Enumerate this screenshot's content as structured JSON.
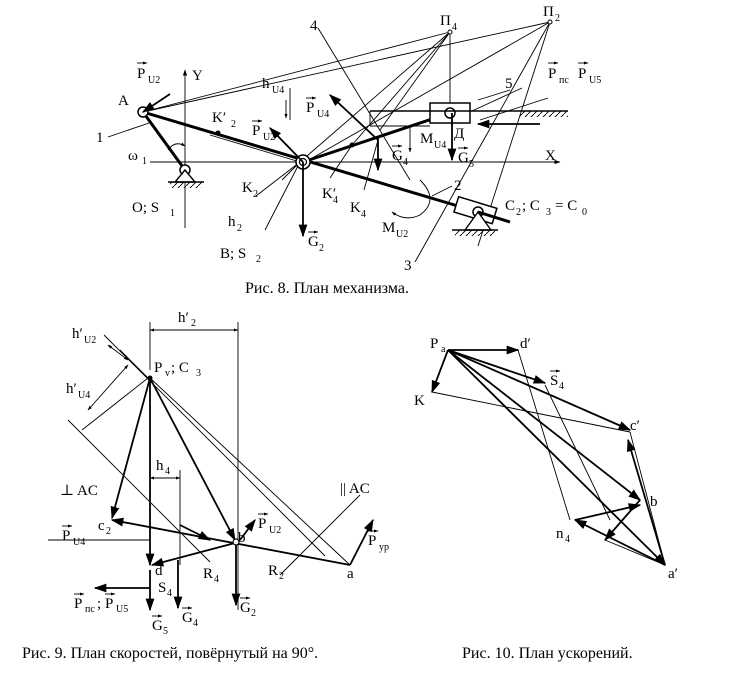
{
  "captions": {
    "fig8": "Рис. 8. План механизма.",
    "fig9": "Рис. 9. План скоростей, повёрнутый на 90°.",
    "fig10": "Рис. 10. План ускорений."
  },
  "fig8": {
    "A": "A",
    "Y": "Y",
    "X": "X",
    "n1": "1",
    "n2": "2",
    "n3": "3",
    "n4": "4",
    "n5": "5",
    "omega": "ω",
    "omega_sub": "1",
    "O": "O; S",
    "O_sub": "1",
    "B": "B; S",
    "B_sub": "2",
    "K2p": "K′",
    "K2p_sub": "2",
    "K2": "K",
    "K2_sub": "2",
    "K4p": "K′",
    "K4p_sub": "4",
    "K4": "K",
    "K4_sub": "4",
    "h2": "h",
    "h2_sub": "2",
    "hU4": "h",
    "hU4_sub": "U4",
    "PU2_top": "P",
    "PU2_top_sub": "U2",
    "PU2_mid": "P",
    "PU2_mid_sub": "U2",
    "PU4": "P",
    "PU4_sub": "U4",
    "MU4": "M",
    "MU4_sub": "U4",
    "MU2": "M",
    "MU2_sub": "U2",
    "G2": "G",
    "G2_sub": "2",
    "G4": "G",
    "G4_sub": "4",
    "G5": "G",
    "G5_sub": "5",
    "D": "Д",
    "Pi4": "П",
    "Pi4_sub": "4",
    "Pi2": "П",
    "Pi2_sub": "2",
    "Ppc": "P",
    "Ppc_sub": "пс",
    "PU5": "P",
    "PU5_sub": "U5",
    "C2": "C",
    "C2_sub": "2",
    "C2_rest": "; C",
    "C3_sub": "3",
    "C0": "= C",
    "C0_sub": "0"
  },
  "fig9": {
    "h2p": "h′",
    "h2p_sub": "2",
    "hU2p": "h′",
    "hU2p_sub": "U2",
    "hU4p": "h′",
    "hU4p_sub": "U4",
    "Pv": "P",
    "Pv_sub": "v",
    "Pv_rest": "; C",
    "C3_sub": "3",
    "perpAC": "⊥ AC",
    "parAC": "|| AC",
    "h4": "h",
    "h4_sub": "4",
    "c2": "c",
    "c2_sub": "2",
    "b": "b",
    "PU2": "P",
    "PU2_sub": "U2",
    "Pyp": "P",
    "Pyp_sub": "yp",
    "PU4": "P",
    "PU4_sub": "U4",
    "d": "d",
    "R4": "R",
    "R4_sub": "4",
    "R2": "R",
    "R2_sub": "2",
    "a": "a",
    "S4": "S",
    "S4_sub": "4",
    "Ppc": "P",
    "Ppc_sub": "пс",
    "sep": ";",
    "PU5": "P",
    "PU5_sub": "U5",
    "G5": "G",
    "G5_sub": "5",
    "G4": "G",
    "G4_sub": "4",
    "G2": "G",
    "G2_sub": "2"
  },
  "fig10": {
    "Pa": "P",
    "Pa_sub": "a",
    "dp": "d′",
    "S4": "S",
    "S4_sub": "4",
    "K": "K",
    "cp": "c′",
    "b": "b",
    "n4": "n",
    "n4_sub": "4",
    "ap": "a′"
  }
}
